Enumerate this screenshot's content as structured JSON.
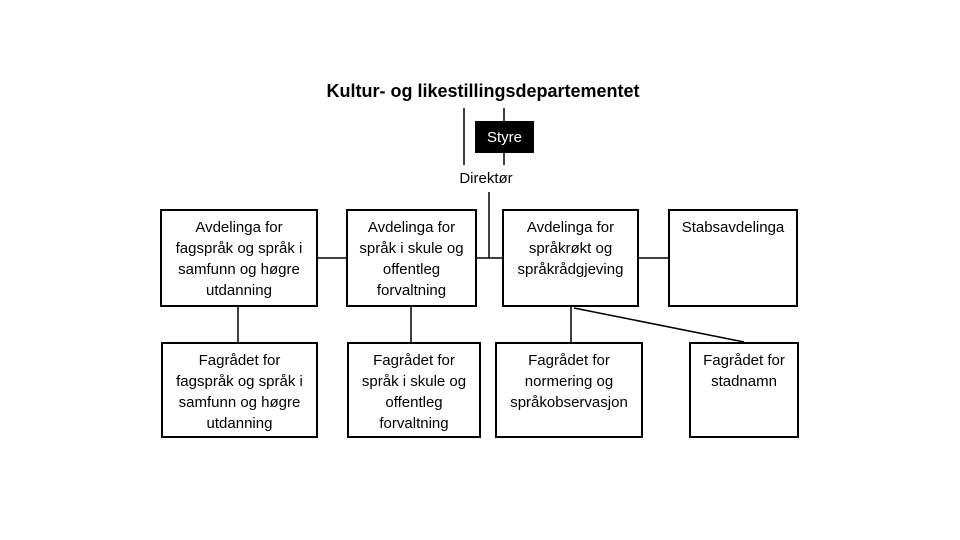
{
  "title": "Kultur- og likestillingsdepartementet",
  "board": {
    "label": "Styre"
  },
  "director": {
    "label": "Direktør"
  },
  "departments": [
    {
      "label": "Avdelinga for\nfagspråk og språk i\nsamfunn og høgre\nutdanning"
    },
    {
      "label": "Avdelinga for\nspråk i skule og\noffentleg\nforvaltning"
    },
    {
      "label": "Avdelinga for\nspråkrøkt og\nspråkrådgjeving"
    },
    {
      "label": "Stabsavdelinga"
    }
  ],
  "councils": [
    {
      "label": "Fagrådet for\nfagspråk og språk i\nsamfunn og høgre\nutdanning"
    },
    {
      "label": "Fagrådet for\nspråk i skule og\noffentleg\nforvaltning"
    },
    {
      "label": "Fagrådet for\nnormering og\nspråkobservasjon"
    },
    {
      "label": "Fagrådet for\nstadnamn"
    }
  ],
  "colors": {
    "background": "#ffffff",
    "line": "#000000",
    "box_border": "#000000",
    "box_background": "#ffffff",
    "board_background": "#000000",
    "board_text": "#ffffff",
    "text": "#000000"
  }
}
